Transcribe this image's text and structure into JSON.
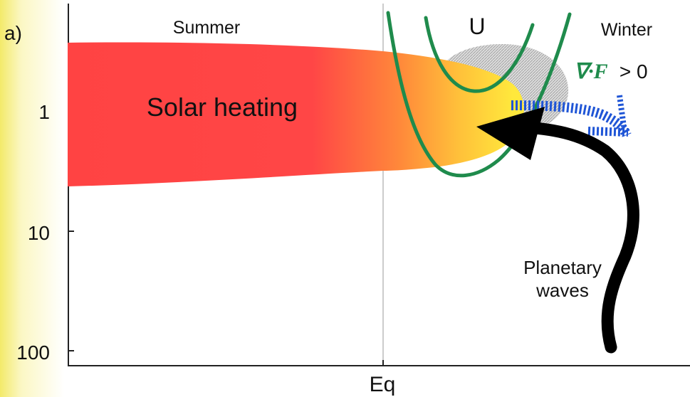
{
  "panel_label": "a)",
  "y_ticks": [
    "1",
    "10",
    "100"
  ],
  "x_tick": "Eq",
  "summer_label": "Summer",
  "winter_label": "Winter",
  "solar_label": "Solar heating",
  "u_label": "U",
  "flux_label": {
    "symbol": "∇·F",
    "relation": "> 0"
  },
  "waves_label": {
    "line1": "Planetary",
    "line2": "waves"
  },
  "colors": {
    "solar_red": "#ff4343",
    "solar_yellow": "#ffe83c",
    "u_contour": "#1f8b4c",
    "flux_convergence": "#1f55d6",
    "waves_arrow": "#000000",
    "flux_text": "#1f8b4c",
    "side_gradient": "#f3ea6a"
  }
}
